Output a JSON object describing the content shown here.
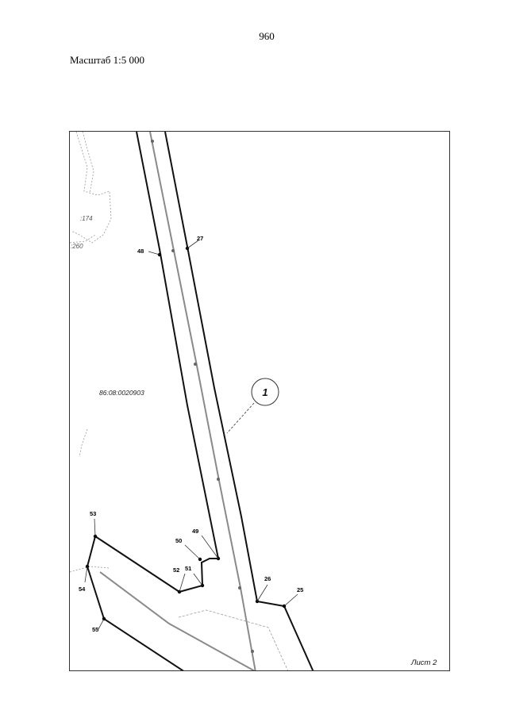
{
  "page_number": "960",
  "scale_label": "Масштаб 1:5 000",
  "sheet_label": "Лист 2",
  "cadastral_number": "86:08:0020903",
  "parcel_labels": [
    ":174",
    ":260"
  ],
  "area_marker": "1",
  "points": [
    "27",
    "48",
    "53",
    "49",
    "50",
    "52",
    "51",
    "54",
    "26",
    "25",
    "55"
  ],
  "colors": {
    "boundary": "#111111",
    "road": "#8a8a8a",
    "paper": "#ffffff"
  }
}
